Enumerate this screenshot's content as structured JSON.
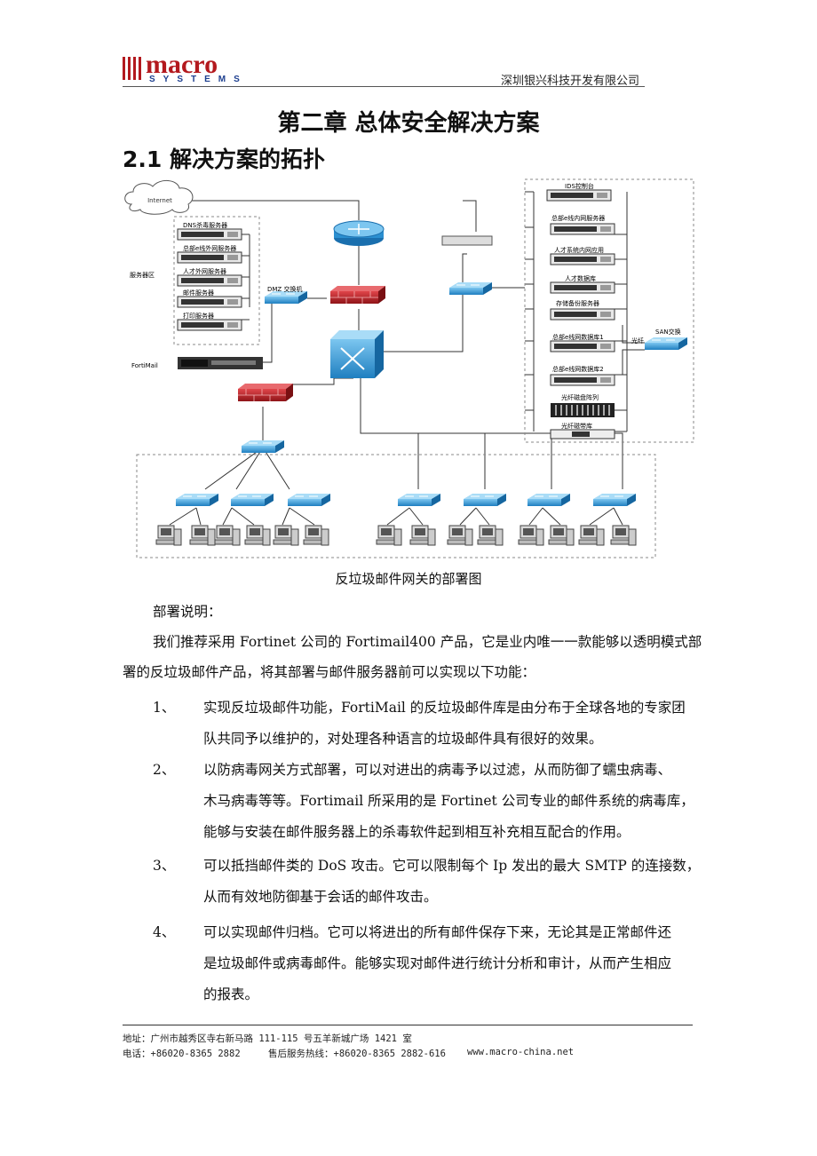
{
  "header": {
    "logo_word": "macro",
    "logo_sub": "SYSTEMS",
    "company": "深圳银兴科技开发有限公司"
  },
  "chapter_title": "第二章  总体安全解决方案",
  "section_title": "2.1  解决方案的拓扑",
  "diagram": {
    "internet": "Internet",
    "server_zone": "服务器区",
    "servers": [
      "DNS杀毒服务器",
      "总部e线外网服务器",
      "人才外网服务器",
      "邮件服务器",
      "打印服务器"
    ],
    "dmz_switch": "DMZ 交换机",
    "fortimail": "FortiMail",
    "right_devices": [
      "IDS控制台",
      "总部e线内网服务器",
      "人才系统内网应用",
      "人才数据库",
      "存储备份服务器",
      "总部e线网数据库1",
      "总部e线网数据库2",
      "光纤磁盘阵列",
      "光纤磁带库"
    ],
    "san_switch": "SAN交换",
    "fiber": "光纤"
  },
  "caption": "反垃圾邮件网关的部署图",
  "body": {
    "intro_label": "部署说明：",
    "para1_line1": "我们推荐采用 Fortinet 公司的 Fortimail400 产品，它是业内唯一一款能够以透明模式部",
    "para1_line2": "署的反垃圾邮件产品，将其部署与邮件服务器前可以实现以下功能：",
    "items": [
      {
        "num": "1、",
        "lines": [
          "实现反垃圾邮件功能，FortiMail 的反垃圾邮件库是由分布于全球各地的专家团",
          "队共同予以维护的，对处理各种语言的垃圾邮件具有很好的效果。"
        ]
      },
      {
        "num": "2、",
        "lines": [
          "以防病毒网关方式部署，可以对进出的病毒予以过滤，从而防御了蠕虫病毒、",
          "木马病毒等等。Fortimail 所采用的是 Fortinet 公司专业的邮件系统的病毒库，",
          "能够与安装在邮件服务器上的杀毒软件起到相互补充相互配合的作用。"
        ]
      },
      {
        "num": "3、",
        "lines": [
          "可以抵挡邮件类的 DoS 攻击。它可以限制每个 Ip 发出的最大 SMTP 的连接数，",
          "从而有效地防御基于会话的邮件攻击。"
        ]
      },
      {
        "num": "4、",
        "lines": [
          "可以实现邮件归档。它可以将进出的所有邮件保存下来，无论其是正常邮件还",
          "是垃圾邮件或病毒邮件。能够实现对邮件进行统计分析和审计，从而产生相应",
          "的报表。"
        ]
      }
    ]
  },
  "footer": {
    "address": "地址：广州市越秀区寺右新马路 111-115 号五羊新城广场 1421 室",
    "phone": "电话：+86020-8365 2882",
    "service": "售后服务热线：+86020-8365 2882-616",
    "website": "www.macro-china.net"
  },
  "colors": {
    "brand_red": "#b3191e",
    "brand_blue": "#1d3f8f",
    "switch_blue": "#2b8fd0",
    "firewall_red": "#c0272d"
  }
}
